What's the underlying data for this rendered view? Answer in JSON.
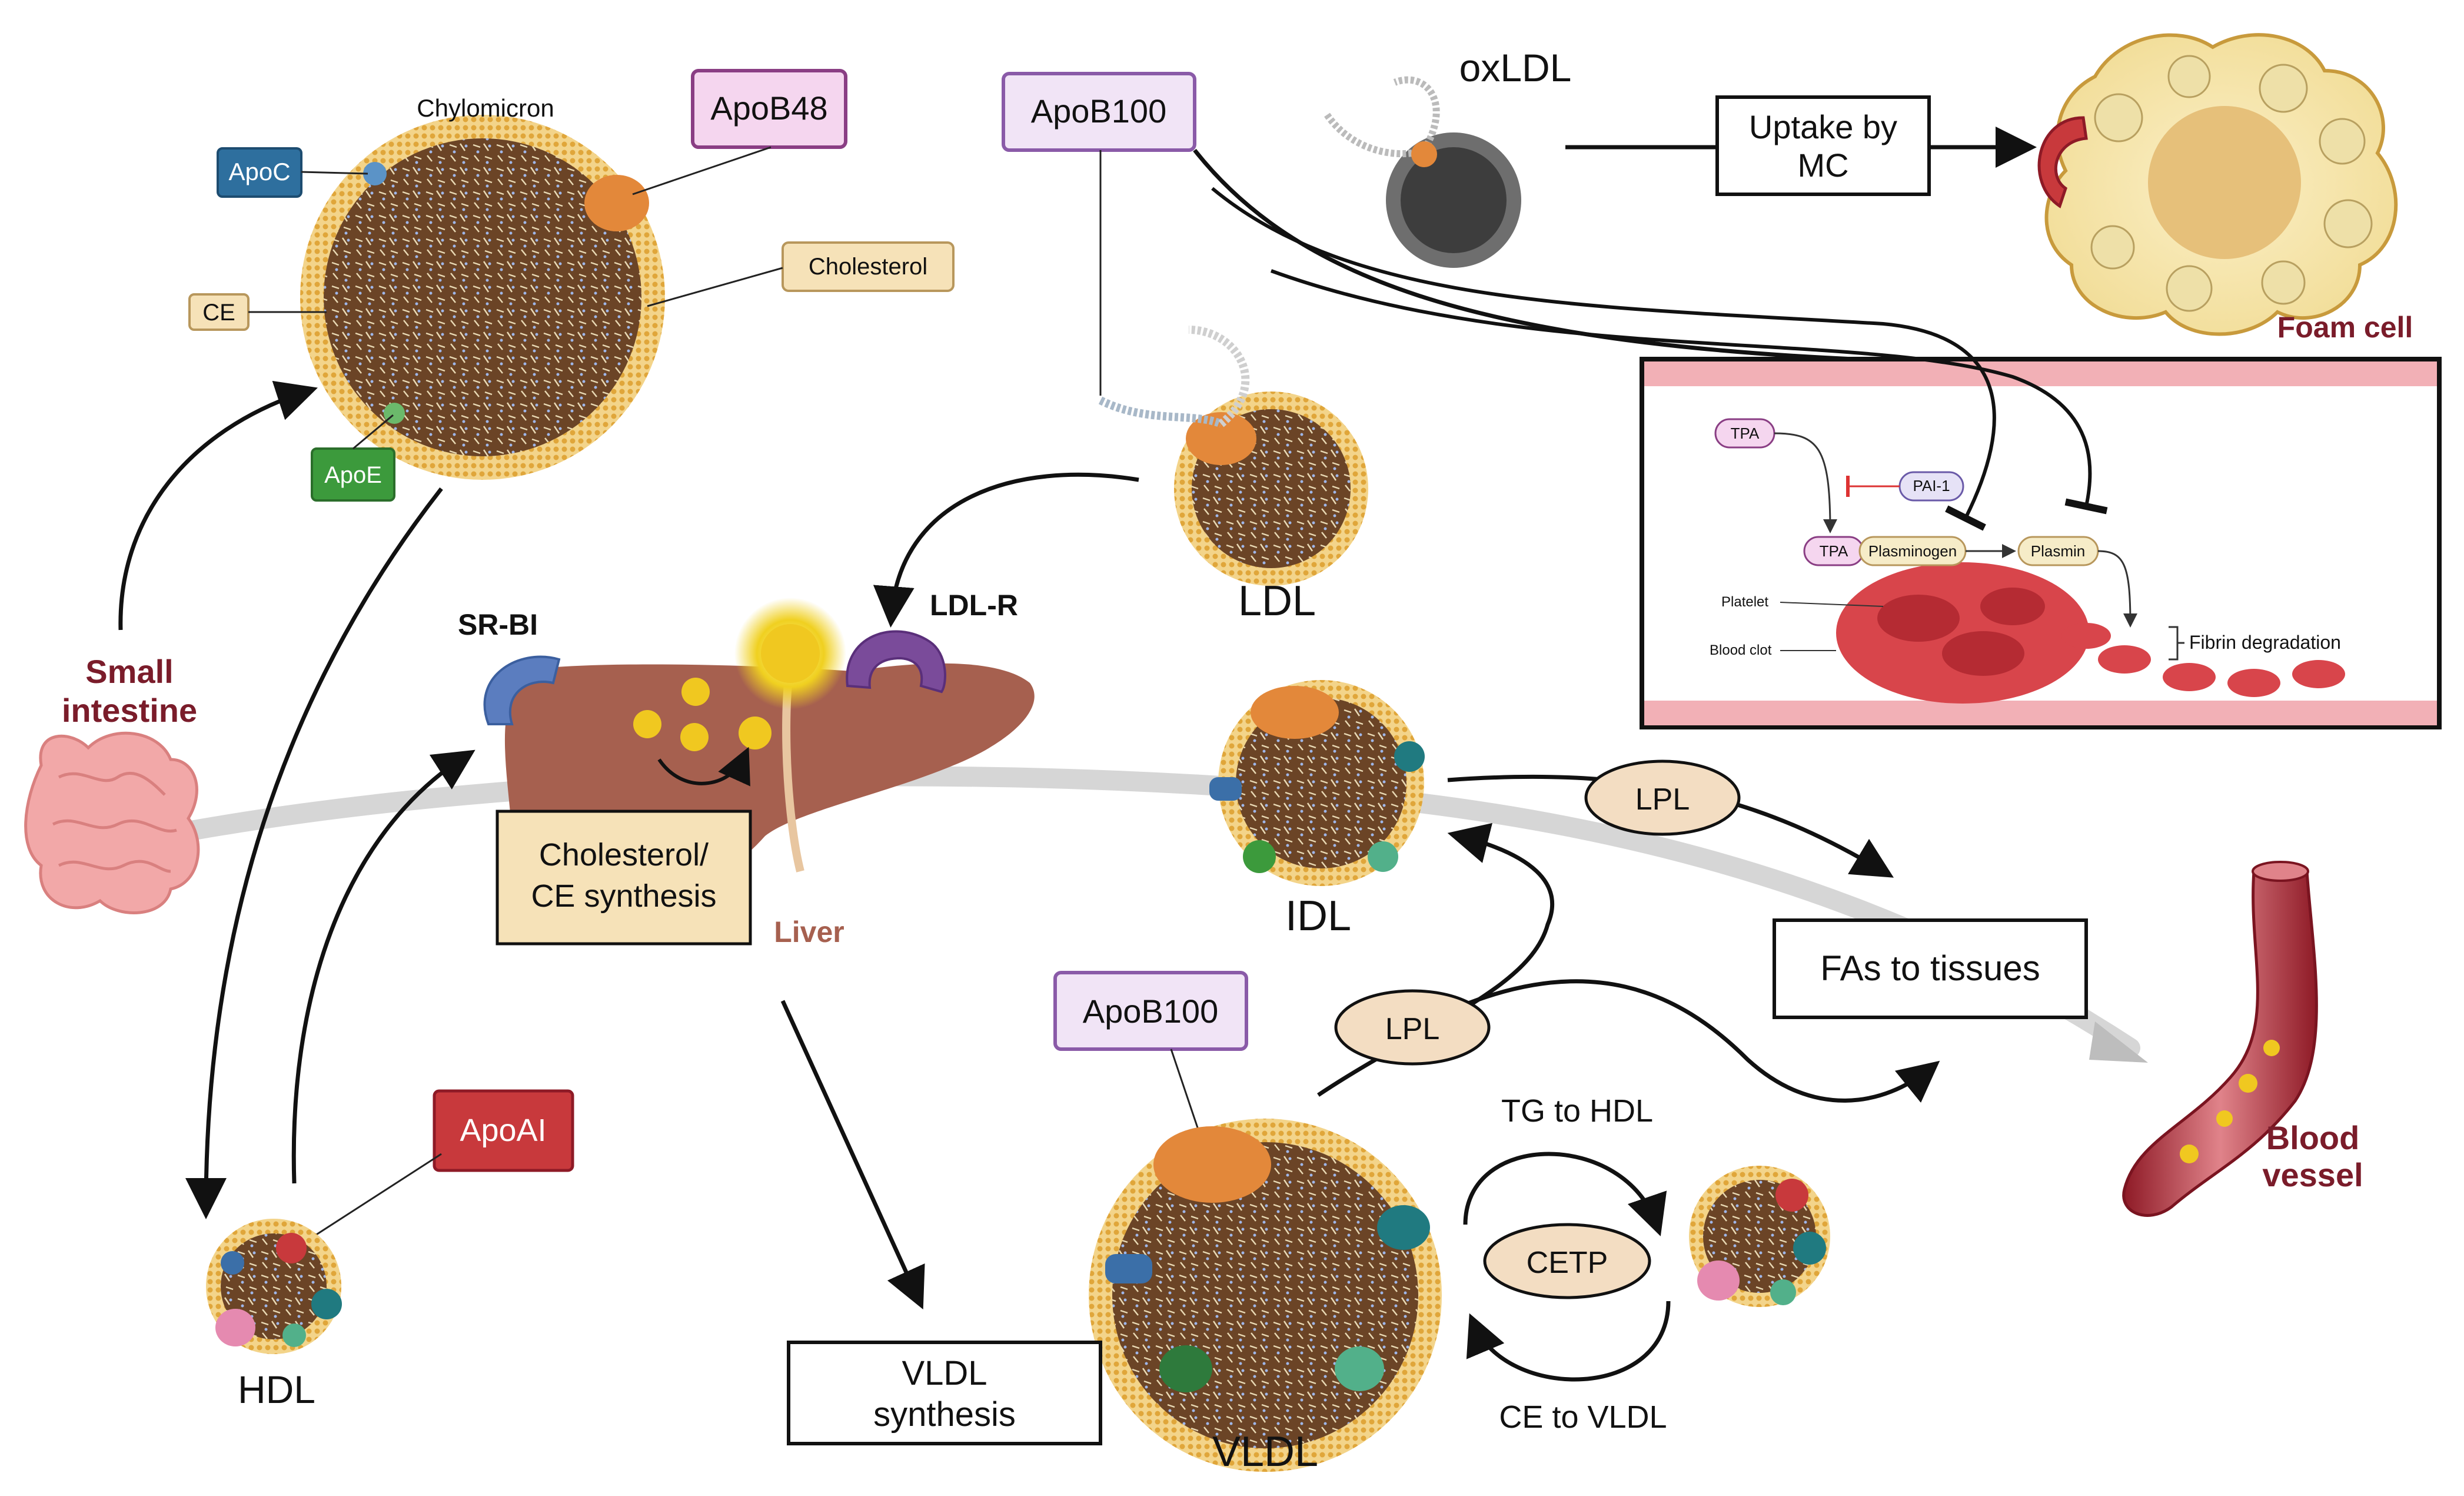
{
  "labels": {
    "chylomicron": "Chylomicron",
    "apob48": "ApoB48",
    "apoc": "ApoC",
    "cholesterol": "Cholesterol",
    "ce": "CE",
    "apoe": "ApoE",
    "small_intestine_1": "Small",
    "small_intestine_2": "intestine",
    "apob100_top": "ApoB100",
    "oxldl": "oxLDL",
    "uptake_1": "Uptake by",
    "uptake_2": "MC",
    "foam_cell": "Foam cell",
    "ldl": "LDL",
    "sr_bi": "SR-BI",
    "ldl_r": "LDL-R",
    "chol_synth_1": "Cholesterol/",
    "chol_synth_2": "CE synthesis",
    "liver": "Liver",
    "idl": "IDL",
    "lpl_top": "LPL",
    "fas_to_tissues": "FAs to tissues",
    "lpl_mid": "LPL",
    "apob100_bottom": "ApoB100",
    "apoai": "ApoAI",
    "hdl": "HDL",
    "vldl_synth_1": "VLDL",
    "vldl_synth_2": "synthesis",
    "vldl": "VLDL",
    "tg_to_hdl": "TG to HDL",
    "cetp": "CETP",
    "ce_to_vldl": "CE to VLDL",
    "blood_vessel_1": "Blood",
    "blood_vessel_2": "vessel"
  },
  "inset": {
    "tpa_top": "TPA",
    "pai1": "PAI-1",
    "tpa": "TPA",
    "plasminogen": "Plasminogen",
    "plasmin": "Plasmin",
    "platelet": "Platelet",
    "blood_clot": "Blood clot",
    "fibrin_degradation": "Fibrin degradation"
  },
  "colors": {
    "particle_core": "#6b4426",
    "particle_shell": "#e8b24a",
    "apoc": "#2e6f9e",
    "apoe": "#3c9a3c",
    "apob48_fill": "#f5d6ef",
    "apob48_border": "#8a3e84",
    "apob100_fill": "#f1e4f6",
    "apob100_border": "#8a5aa8",
    "apoai": "#c8393c",
    "cholesterol_fill": "#f6e2b8",
    "liver": "#a6604f",
    "receptor_srbi": "#5b7dbf",
    "receptor_ldlr": "#7a4b9a",
    "lpl_fill": "#f3ddc2",
    "dark_red_label": "#7a1c2a"
  }
}
